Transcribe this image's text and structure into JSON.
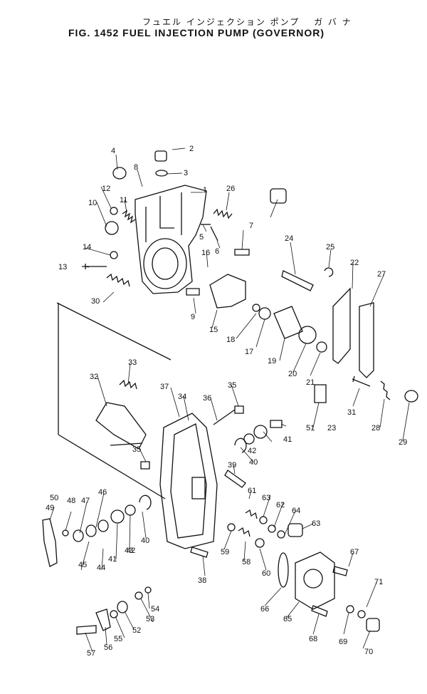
{
  "title": {
    "japanese": "フュエル インジェクション ポンプ　 ガ バ ナ",
    "english": "FIG. 1452  FUEL INJECTION PUMP (GOVERNOR)"
  },
  "callouts": [
    "1",
    "2",
    "3",
    "4",
    "5",
    "6",
    "7",
    "8",
    "9",
    "10",
    "11",
    "12",
    "13",
    "14",
    "15",
    "16",
    "17",
    "18",
    "19",
    "20",
    "21",
    "22",
    "23",
    "24",
    "25",
    "26",
    "27",
    "28",
    "29",
    "30",
    "31",
    "32",
    "33",
    "34",
    "35",
    "35",
    "36",
    "37",
    "38",
    "39",
    "40",
    "40",
    "41",
    "41",
    "42",
    "42",
    "43",
    "44",
    "45",
    "46",
    "47",
    "48",
    "49",
    "50",
    "51",
    "52",
    "53",
    "54",
    "55",
    "56",
    "57",
    "58",
    "59",
    "60",
    "61",
    "62",
    "63",
    "63",
    "64",
    "65",
    "66",
    "67",
    "68",
    "69",
    "70",
    "71"
  ]
}
